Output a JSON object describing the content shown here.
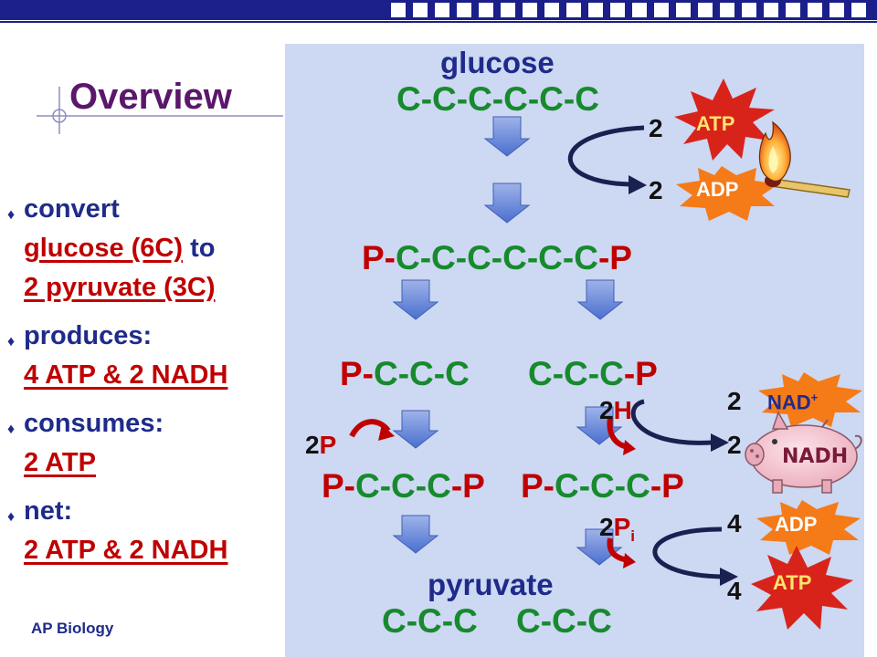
{
  "slide": {
    "title": "Overview",
    "footer": "AP Biology"
  },
  "bullets": [
    {
      "lines": [
        {
          "text": "convert",
          "underline": false
        },
        {
          "text": "glucose (6C)",
          "underline": true,
          "suffix": " to"
        },
        {
          "text": "2 pyruvate (3C)",
          "underline": true
        }
      ]
    },
    {
      "lines": [
        {
          "text": "produces:",
          "underline": false
        },
        {
          "text": "4 ATP & 2 NADH",
          "underline": true
        }
      ]
    },
    {
      "lines": [
        {
          "text": "consumes:",
          "underline": false
        },
        {
          "text": "2 ATP",
          "underline": true
        }
      ]
    },
    {
      "lines": [
        {
          "text": "net:",
          "underline": false
        },
        {
          "text": "2 ATP & 2 NADH",
          "underline": true
        }
      ]
    }
  ],
  "diagram": {
    "glucose_label": "glucose",
    "glucose_formula": "C-C-C-C-C-C",
    "phosphorylated_formula": {
      "p_left": "P-",
      "carbons": "C-C-C-C-C-C",
      "p_right": "-P"
    },
    "split_left": {
      "p_left": "P-",
      "carbons": "C-C-C"
    },
    "split_right": {
      "carbons": "C-C-C",
      "p_right": "-P"
    },
    "bisphos_left": {
      "p_left": "P-",
      "carbons": "C-C-C",
      "p_right": "-P"
    },
    "bisphos_right": {
      "p_left": "P-",
      "carbons": "C-C-C",
      "p_right": "-P"
    },
    "pyruvate_label": "pyruvate",
    "pyruvate_left": "C-C-C",
    "pyruvate_right": "C-C-C",
    "two_p": {
      "num": "2",
      "sym": "P"
    },
    "two_h": {
      "num": "2",
      "sym": "H"
    },
    "two_pi": {
      "num": "2",
      "sym": "P",
      "sub": "i"
    }
  },
  "energy": {
    "atp_in": {
      "count": "2",
      "label": "ATP"
    },
    "adp_out": {
      "count": "2",
      "label": "ADP"
    },
    "nad_in": {
      "count": "2",
      "label": "NAD",
      "sup": "+"
    },
    "nadh_out": {
      "count": "2",
      "label": "NADH"
    },
    "adp_in": {
      "count": "4",
      "label": "ADP"
    },
    "atp_out": {
      "count": "4",
      "label": "ATP"
    }
  },
  "icons": [
    "match-icon",
    "piggy-bank-icon",
    "bullet-icon",
    "down-arrow-icon",
    "curved-arrow-icon"
  ],
  "colors": {
    "title": "#5a176b",
    "text": "#1f2b8a",
    "carbon": "#178a2e",
    "phosphate": "#c00000",
    "panel": "#cdd8f2",
    "burst_red": "#d8231b",
    "burst_orange": "#f57a18",
    "banner": "#1a1f8a"
  }
}
